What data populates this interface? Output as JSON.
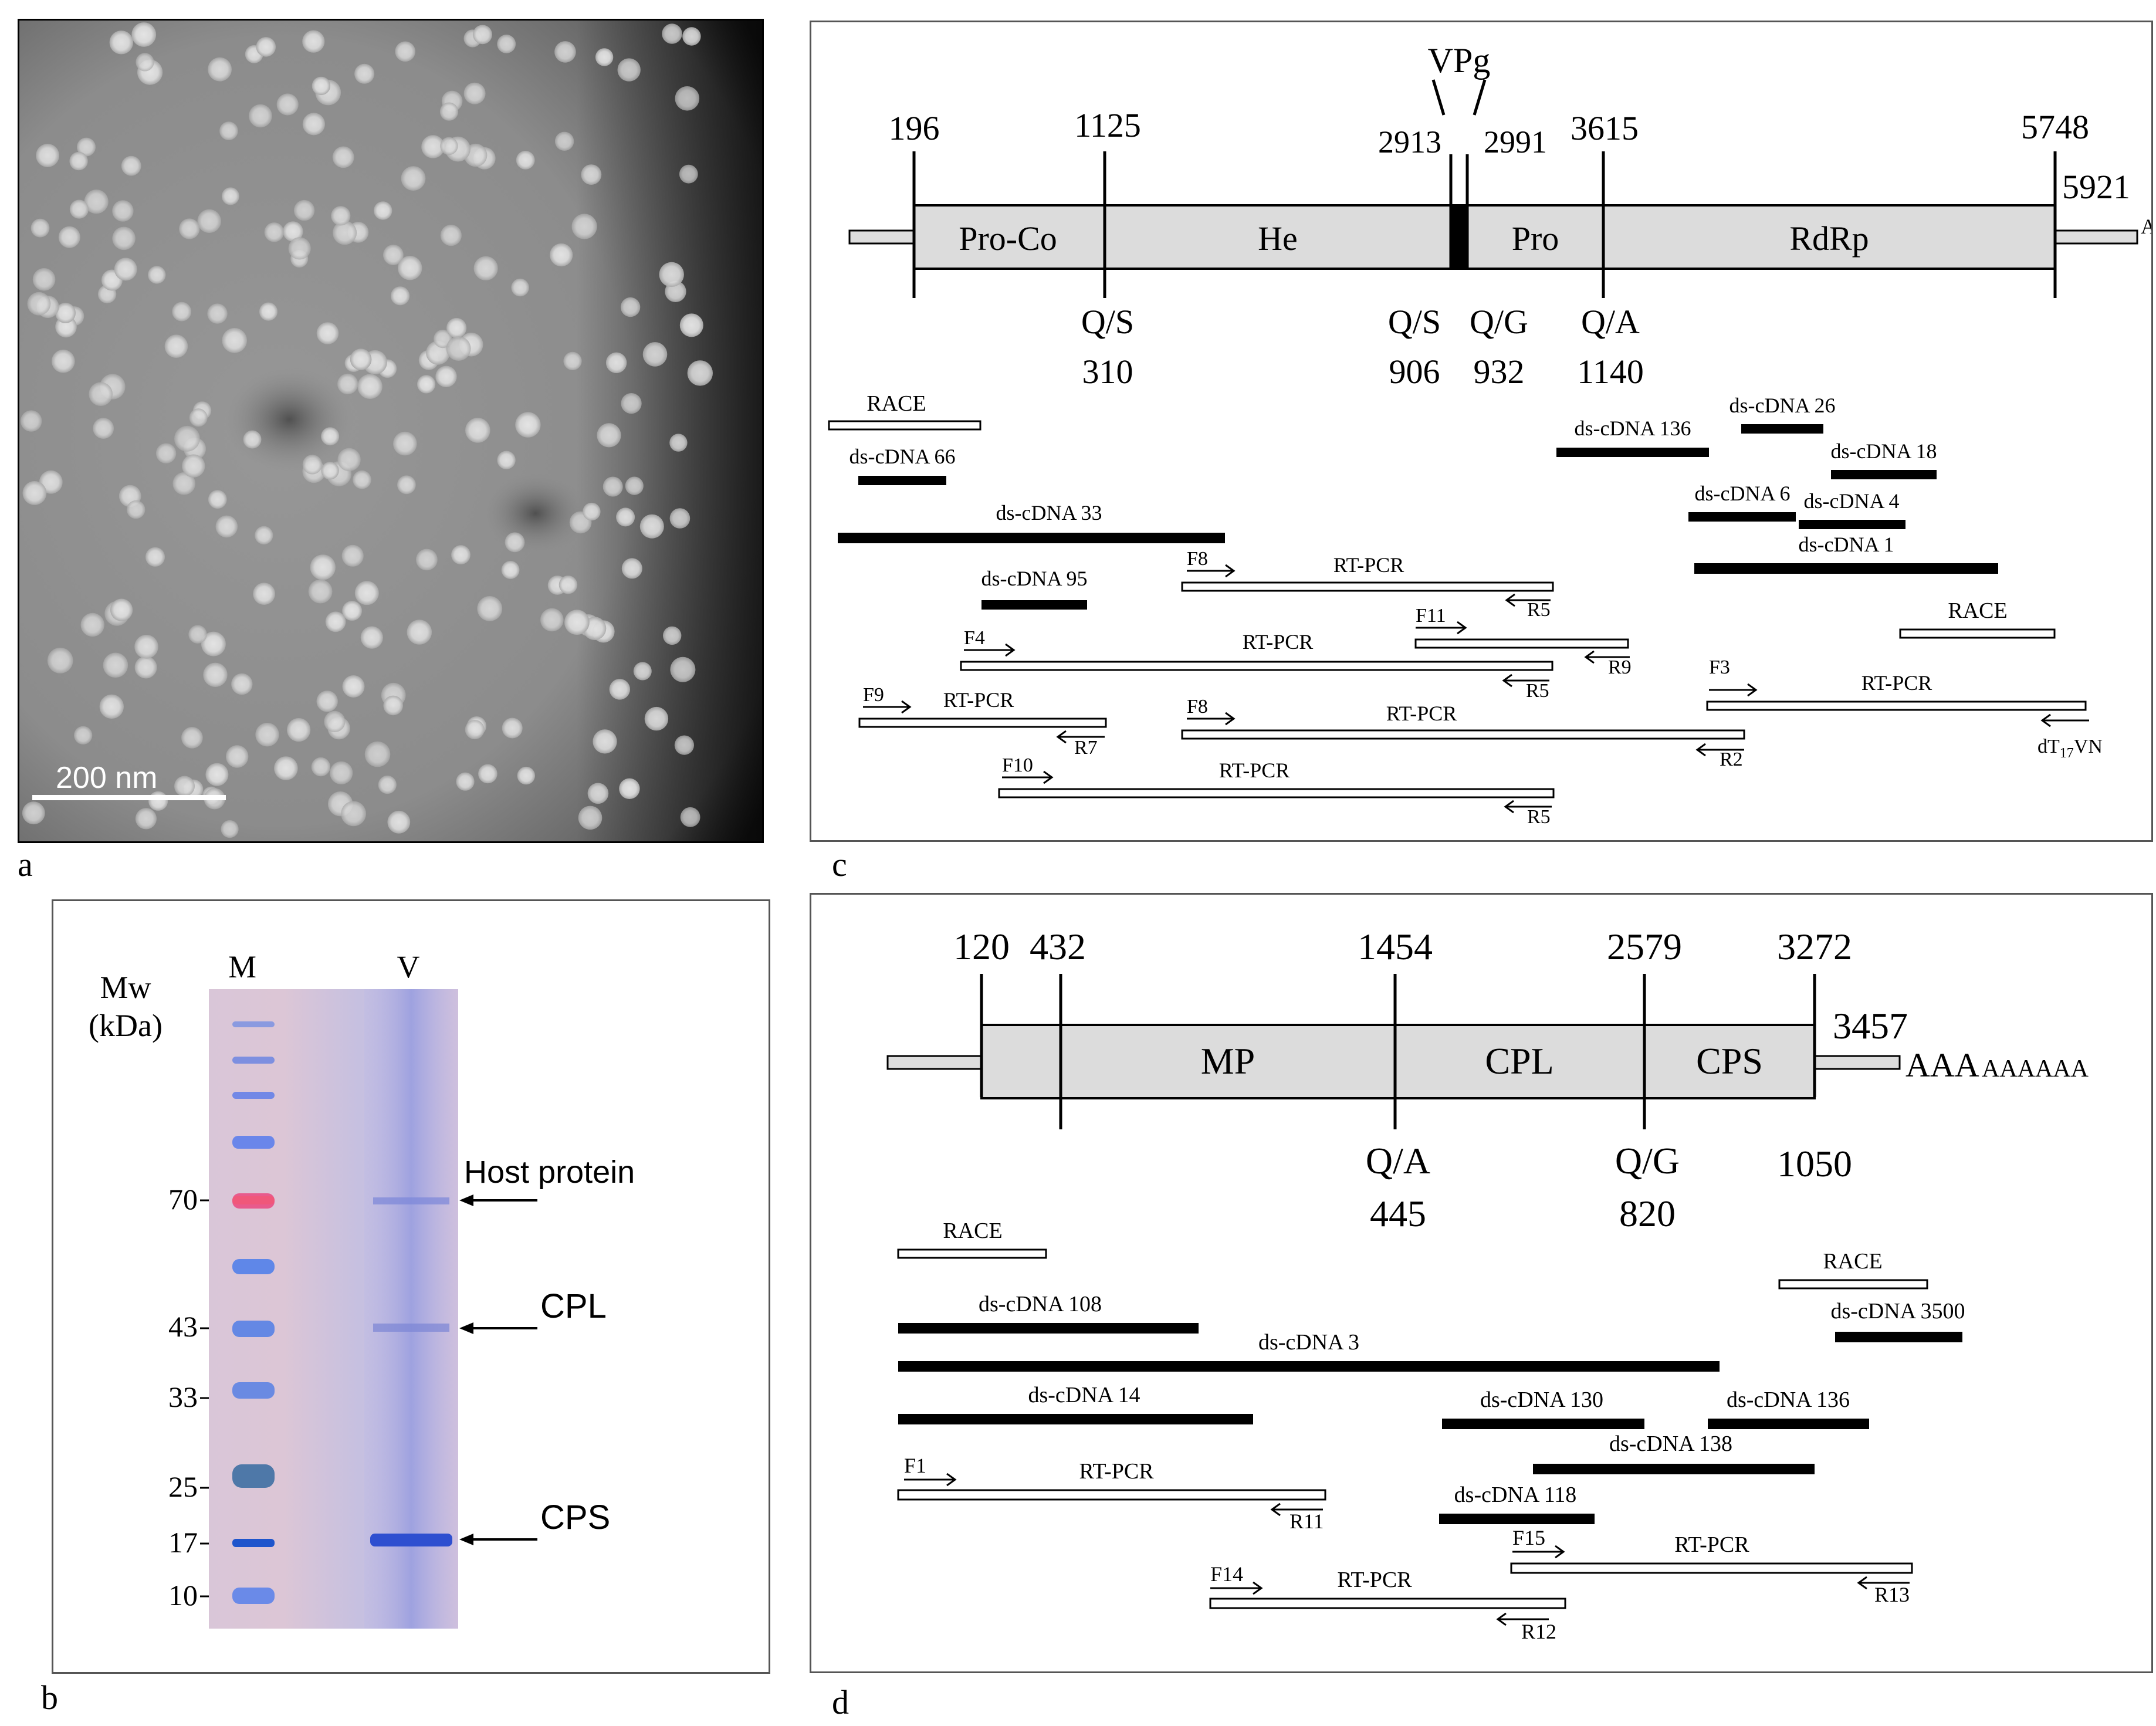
{
  "panels": {
    "a": "a",
    "b": "b",
    "c": "c",
    "d": "d"
  },
  "micrograph": {
    "scale_bar_label": "200 nm"
  },
  "gel": {
    "lane_marker": "M",
    "lane_virus": "V",
    "mw_label_line1": "Mw",
    "mw_label_line2": "(kDa)",
    "markers_kda": [
      "70",
      "43",
      "33",
      "25",
      "17",
      "10"
    ],
    "band_labels": [
      "Host protein",
      "CPL",
      "CPS"
    ]
  },
  "genome_rna1": {
    "positions_top": [
      "196",
      "1125",
      "2913",
      "2991",
      "3615",
      "5748",
      "5921"
    ],
    "vpg_label": "VPg",
    "domains": [
      "Pro-Co",
      "He",
      "Pro",
      "RdRp"
    ],
    "polya": "AAA",
    "cleavage_sites": [
      {
        "site": "Q/S",
        "aa": "310"
      },
      {
        "site": "Q/S",
        "aa": "906"
      },
      {
        "site": "Q/G",
        "aa": "932"
      },
      {
        "site": "Q/A",
        "aa": "1140"
      }
    ],
    "clones": {
      "race_left": "RACE",
      "race_right": "RACE",
      "ds66": "ds-cDNA 66",
      "ds33": "ds-cDNA 33",
      "ds95": "ds-cDNA 95",
      "ds136": "ds-cDNA 136",
      "ds26": "ds-cDNA 26",
      "ds18": "ds-cDNA 18",
      "ds6": "ds-cDNA 6",
      "ds4": "ds-cDNA 4",
      "ds1": "ds-cDNA 1",
      "rtpcr": "RT-PCR",
      "primers": [
        "F8",
        "R5",
        "F11",
        "R9",
        "F4",
        "R5",
        "F9",
        "R7",
        "F8",
        "R2",
        "F3",
        "dT17VN",
        "F10",
        "R5"
      ]
    }
  },
  "genome_rna2": {
    "positions_top": [
      "120",
      "432",
      "1454",
      "2579",
      "3272",
      "3457"
    ],
    "domains": [
      "MP",
      "CPL",
      "CPS"
    ],
    "polya_big": "AAA",
    "polya_small": "AAAAAA",
    "cleavage_sites": [
      {
        "site": "Q/A",
        "aa": "445"
      },
      {
        "site": "Q/G",
        "aa": "820"
      }
    ],
    "end_aa": "1050",
    "clones": {
      "race_left": "RACE",
      "race_right": "RACE",
      "ds108": "ds-cDNA  108",
      "ds3500": "ds-cDNA 3500",
      "ds3": "ds-cDNA 3",
      "ds14": "ds-cDNA  14",
      "ds130": "ds-cDNA 130",
      "ds136": "ds-cDNA 136",
      "ds138": "ds-cDNA  138",
      "ds118": "ds-cDNA 118",
      "rtpcr": "RT-PCR",
      "primers": [
        "F1",
        "R11",
        "F15",
        "R13",
        "F14",
        "R12"
      ]
    }
  }
}
